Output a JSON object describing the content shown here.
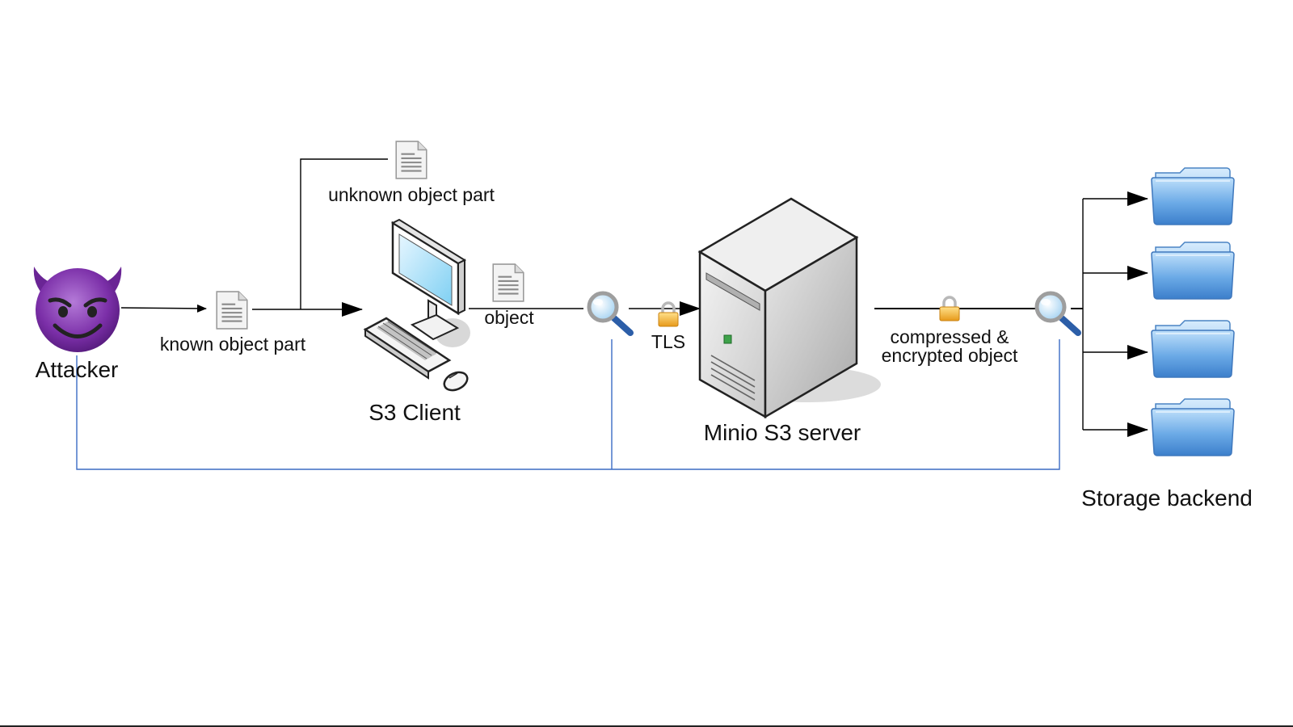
{
  "diagram": {
    "actors": {
      "attacker": "Attacker",
      "client": "S3 Client",
      "server": "Minio S3 server",
      "storage": "Storage backend"
    },
    "edges": {
      "known_part": "known object part",
      "unknown_part": "unknown object part",
      "object": "object",
      "tls": "TLS",
      "encrypted_line1": "compressed &",
      "encrypted_line2": "encrypted object"
    },
    "icons": {
      "attacker": "devil-face-icon",
      "client": "computer-icon",
      "server": "server-tower-icon",
      "document": "document-icon",
      "magnifier": "magnifier-icon",
      "lock": "padlock-icon",
      "folder": "folder-icon"
    },
    "colors": {
      "observation_line": "#3b6bc4",
      "arrow": "#000000",
      "devil": "#7b2fa8",
      "folder": "#4a8fd6",
      "lock": "#f2b233"
    }
  }
}
